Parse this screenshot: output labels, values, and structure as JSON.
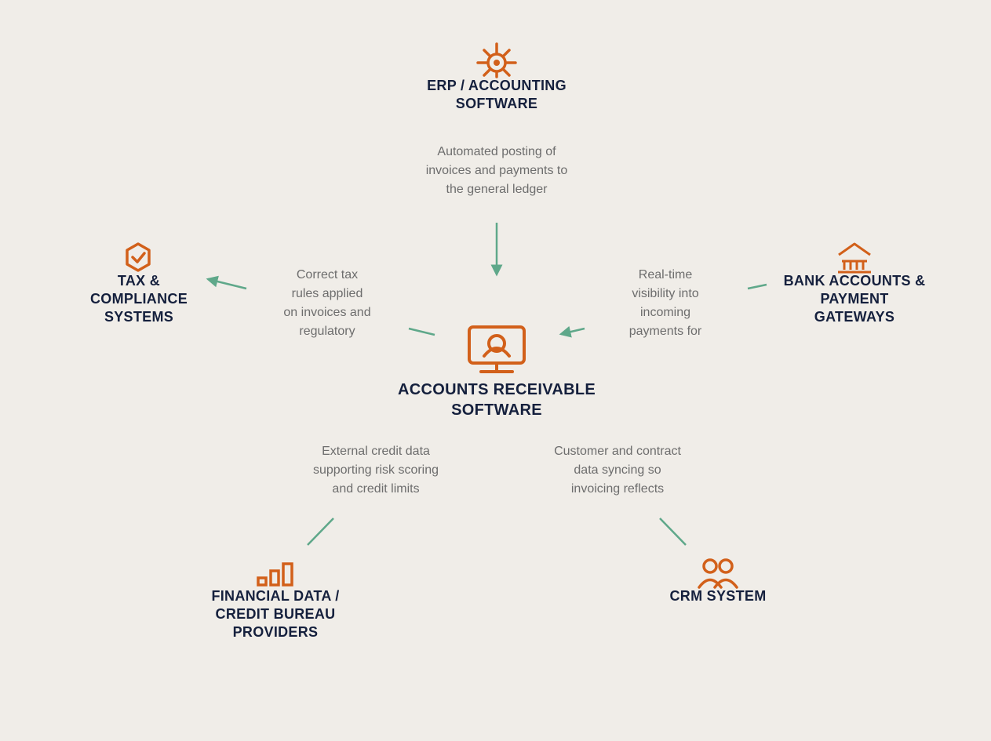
{
  "colors": {
    "background": "#f0ede8",
    "icon": "#d2601a",
    "connector": "#5fa88a",
    "title": "#15203d",
    "description": "#6d6d6d"
  },
  "center": {
    "title_line1": "ACCOUNTS RECEIVABLE",
    "title_line2": "SOFTWARE",
    "icon": "monitor-user-icon"
  },
  "nodes": {
    "erp": {
      "title_line1": "ERP / ACCOUNTING",
      "title_line2": "SOFTWARE",
      "icon": "gear-icon",
      "description": [
        "Automated posting of",
        "invoices and payments to",
        "the general ledger"
      ]
    },
    "tax": {
      "title_line1": "TAX &",
      "title_line2": "COMPLIANCE",
      "title_line3": "SYSTEMS",
      "icon": "shield-check-icon",
      "description": [
        "Correct tax",
        "rules applied",
        "on invoices and",
        "regulatory"
      ]
    },
    "bank": {
      "title_line1": "BANK ACCOUNTS &",
      "title_line2": "PAYMENT",
      "title_line3": "GATEWAYS",
      "icon": "bank-icon",
      "description": [
        "Real-time",
        "visibility into",
        "incoming",
        "payments for"
      ]
    },
    "financial": {
      "title_line1": "FINANCIAL DATA /",
      "title_line2": "CREDIT BUREAU",
      "title_line3": "PROVIDERS",
      "icon": "bar-chart-icon",
      "description": [
        "External credit data",
        "supporting risk scoring",
        "and credit limits"
      ]
    },
    "crm": {
      "title_line1": "CRM SYSTEM",
      "icon": "users-icon",
      "description": [
        "Customer and contract",
        "data syncing so",
        "invoicing reflects"
      ]
    }
  }
}
